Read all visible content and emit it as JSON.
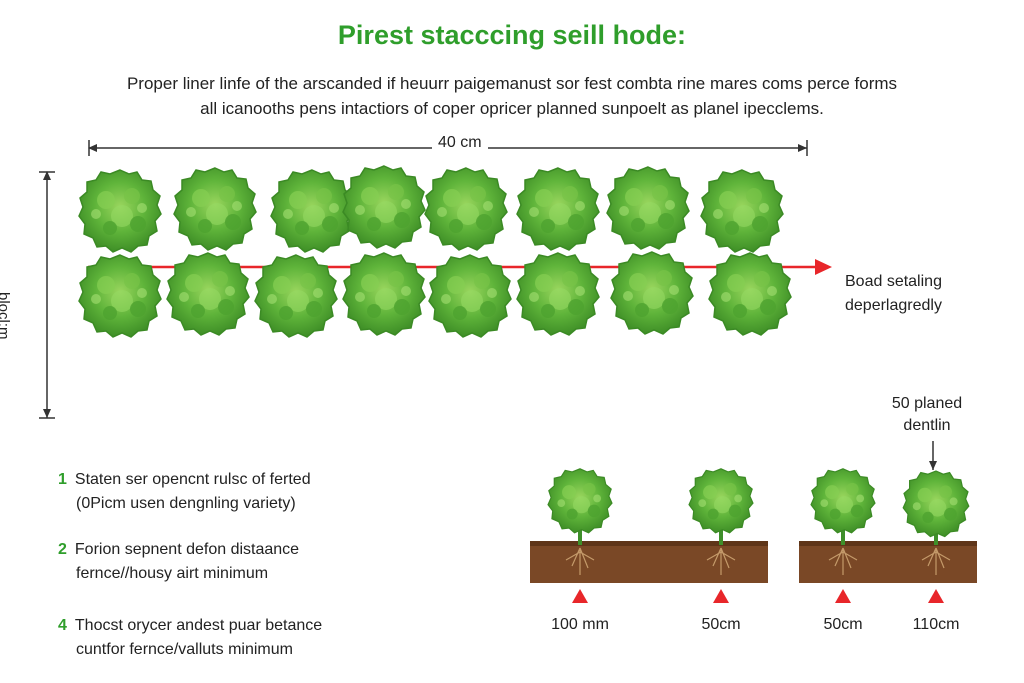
{
  "title": "Pirest stacccing seill hode:",
  "description": [
    "Proper liner linfe of the arscanded if heuurr paigemanust sor fest combta rine mares coms perce forms",
    "all icanooths pens intactiors of coper opricer planned sunpoelt as planel ipecclems."
  ],
  "dimensions": {
    "width": "40 cm",
    "height": "blocl:m"
  },
  "row_label": [
    "Boad setaling",
    "deperlagredly"
  ],
  "spacing_label": [
    "50 planed",
    "dentlin"
  ],
  "notes": [
    {
      "num": "1",
      "lines": [
        "Staten ser opencnt rulsc of ferted",
        "(0Picm usen dengnling variety)"
      ]
    },
    {
      "num": "2",
      "lines": [
        "Forion sepnent defon distaance",
        "fernce//housy airt minimum"
      ]
    },
    {
      "num": "4",
      "lines": [
        "Thocst orycer andest puar betance",
        "cuntfor fernce/valluts minimum"
      ]
    }
  ],
  "measurements": [
    "100 mm",
    "50cm",
    "50cm",
    "110cm"
  ],
  "colors": {
    "title_green": "#2f9e2b",
    "plant_green": "#4ca833",
    "plant_light": "#7fcc4f",
    "row_line_red": "#e8262a",
    "soil_brown": "#7a4826"
  }
}
